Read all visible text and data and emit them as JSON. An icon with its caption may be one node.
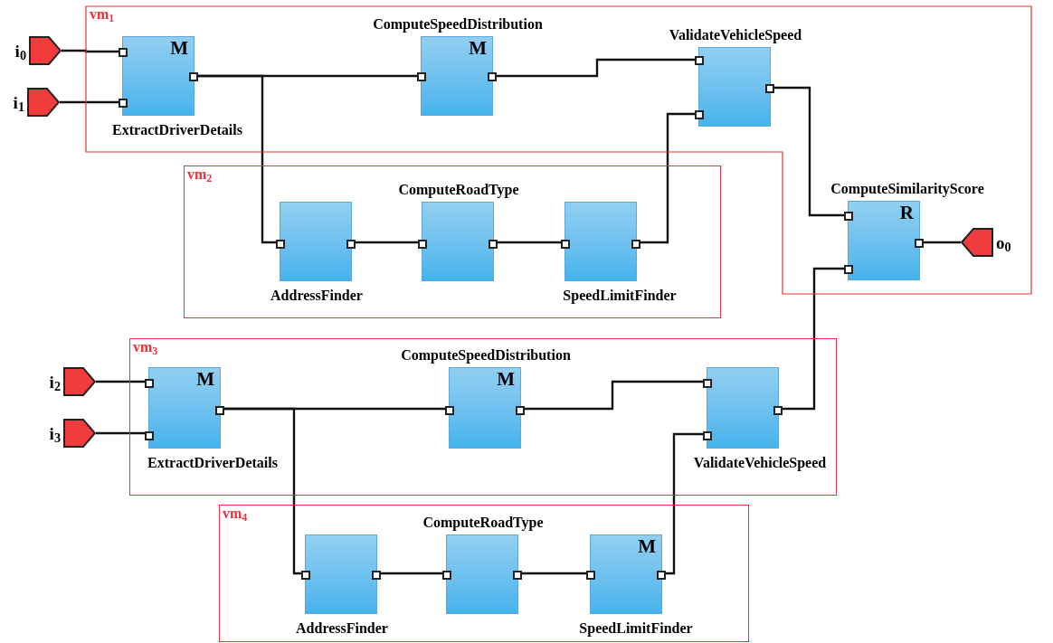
{
  "diagram": {
    "nodes": [
      {
        "text": [
          "vm$_{1}$"
        ]
      },
      {
        "text": [
          "i$_{0}$"
        ]
      },
      {
        "text": [
          "i$_{1}$"
        ]
      },
      {
        "text": [
          "M",
          "ExtractDriverDetails"
        ],
        "in": 0
      },
      {
        "text": [
          "ComputeSpeedDistribution",
          "M"
        ],
        "in": 0
      },
      {
        "text": [
          "ValidateVehicleSpeed"
        ],
        "in": 0
      },
      {
        "text": [
          "ComputeSimilarityScore",
          "R"
        ],
        "in": 0
      },
      {
        "text": [
          "o$_{0}$"
        ],
        "in": 0
      },
      {
        "text": [
          "vm$_{2}$"
        ]
      },
      {
        "text": [
          "AddressFinder"
        ],
        "in": 8
      },
      {
        "text": [
          "ComputeRoadType"
        ],
        "in": 8
      },
      {
        "text": [
          "SpeedLimitFinder"
        ],
        "in": 8
      },
      {
        "text": [
          "vm$_{3}$"
        ]
      },
      {
        "text": [
          "i$_{2}$"
        ]
      },
      {
        "text": [
          "i$_{3}$"
        ]
      },
      {
        "text": [
          "M",
          "ExtractDriverDetails"
        ],
        "in": 12
      },
      {
        "text": [
          "ComputeSpeedDistribution",
          "M"
        ],
        "in": 12
      },
      {
        "text": [
          "ValidateVehicleSpeed"
        ],
        "in": 12
      },
      {
        "text": [
          "vm$_{4}$"
        ]
      },
      {
        "text": [
          "AddressFinder"
        ],
        "in": 18
      },
      {
        "text": [
          "ComputeRoadType"
        ],
        "in": 18
      },
      {
        "text": [
          "M",
          "SpeedLimitFinder"
        ],
        "in": 18
      }
    ],
    "edges": [
      {
        "from": 1,
        "to": 3,
        "arrow": "none"
      },
      {
        "from": 2,
        "to": 3,
        "arrow": "none"
      },
      {
        "from": 3,
        "to": 4,
        "arrow": "none"
      },
      {
        "from": 3,
        "to": 9,
        "arrow": "none"
      },
      {
        "from": 4,
        "to": 5,
        "arrow": "none"
      },
      {
        "from": 9,
        "to": 10,
        "arrow": "none"
      },
      {
        "from": 10,
        "to": 11,
        "arrow": "none"
      },
      {
        "from": 11,
        "to": 5,
        "arrow": "none"
      },
      {
        "from": 5,
        "to": 6,
        "arrow": "none"
      },
      {
        "from": 6,
        "to": 7,
        "arrow": "none"
      },
      {
        "from": 17,
        "to": 6,
        "arrow": "none"
      },
      {
        "from": 13,
        "to": 15,
        "arrow": "none"
      },
      {
        "from": 14,
        "to": 15,
        "arrow": "none"
      },
      {
        "from": 15,
        "to": 16,
        "arrow": "none"
      },
      {
        "from": 15,
        "to": 19,
        "arrow": "none"
      },
      {
        "from": 16,
        "to": 17,
        "arrow": "none"
      },
      {
        "from": 19,
        "to": 20,
        "arrow": "none"
      },
      {
        "from": 20,
        "to": 21,
        "arrow": "none"
      },
      {
        "from": 21,
        "to": 17,
        "arrow": "none"
      }
    ]
  }
}
